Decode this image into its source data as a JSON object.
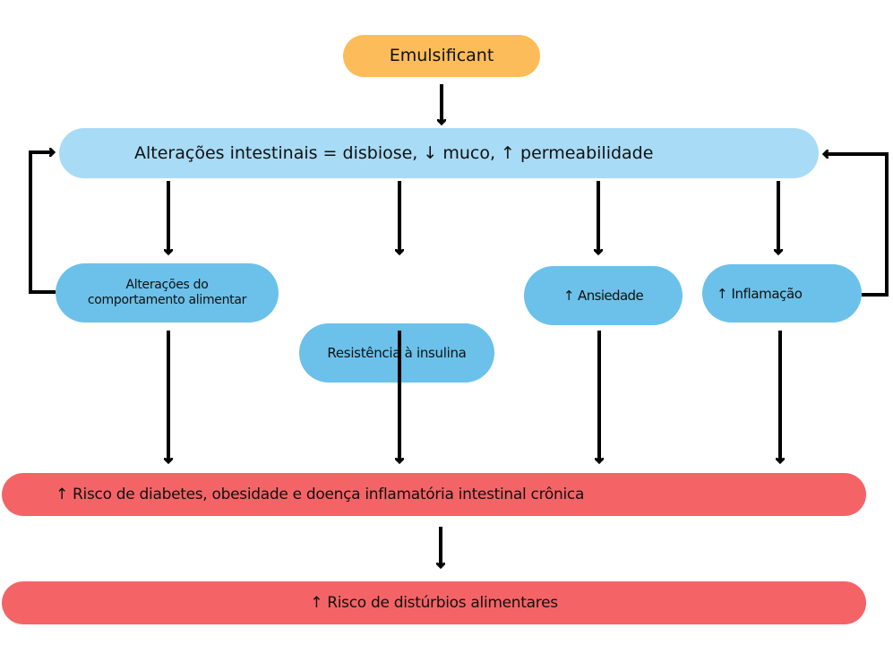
{
  "diagram": {
    "nodes": {
      "emulsificant": {
        "label": "Emulsificant",
        "color": "#fdbc5a"
      },
      "intestinal_changes": {
        "label": "Alterações intestinais = disbiose, ↓ muco, ↑ permeabilidade",
        "color": "#a8dbf5"
      },
      "eating_behavior": {
        "label_line1": "Alterações do",
        "label_line2": "comportamento alimentar",
        "color": "#6bc1ea"
      },
      "insulin_resistance": {
        "label": "Resistência à insulina",
        "color": "#6bc1ea"
      },
      "anxiety": {
        "label": "↑ Ansiedade",
        "color": "#6bc1ea"
      },
      "inflammation": {
        "label": "↑ Inflamação",
        "color": "#6bc1ea"
      },
      "risk_chronic": {
        "label": "↑ Risco de diabetes, obesidade e doença inflamatória intestinal crônica",
        "color": "#f46466"
      },
      "risk_eating_disorders": {
        "label": "↑ Risco de distúrbios alimentares",
        "color": "#f46466"
      }
    },
    "edges": [
      {
        "from": "emulsificant",
        "to": "intestinal_changes"
      },
      {
        "from": "intestinal_changes",
        "to": "eating_behavior"
      },
      {
        "from": "intestinal_changes",
        "to": "insulin_resistance"
      },
      {
        "from": "intestinal_changes",
        "to": "anxiety"
      },
      {
        "from": "intestinal_changes",
        "to": "inflammation"
      },
      {
        "from": "eating_behavior",
        "to": "intestinal_changes",
        "type": "feedback"
      },
      {
        "from": "inflammation",
        "to": "intestinal_changes",
        "type": "feedback"
      },
      {
        "from": "eating_behavior",
        "to": "risk_chronic"
      },
      {
        "from": "insulin_resistance",
        "to": "risk_chronic"
      },
      {
        "from": "anxiety",
        "to": "risk_chronic"
      },
      {
        "from": "inflammation",
        "to": "risk_chronic"
      },
      {
        "from": "risk_chronic",
        "to": "risk_eating_disorders"
      }
    ],
    "arrow_color": "#000000"
  }
}
